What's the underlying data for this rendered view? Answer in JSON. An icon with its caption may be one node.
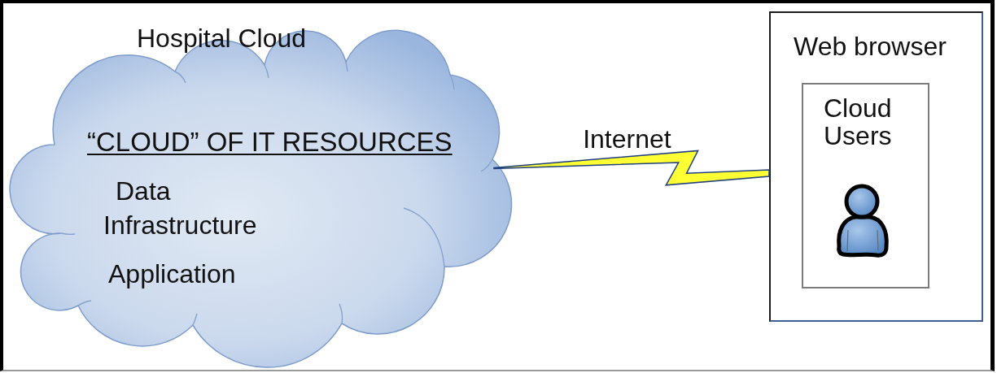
{
  "diagram": {
    "nodes": [
      {
        "text": [
          "Hospital Cloud",
          "“CLOUD” OF IT RESOURCES",
          "Data",
          "Infrastructure",
          "Application"
        ]
      },
      {
        "text": [
          "Web browser"
        ]
      },
      {
        "text": [
          "Cloud Users"
        ],
        "in": 1
      }
    ],
    "edges": [
      {
        "from": 0,
        "to": 1,
        "label": "Internet",
        "arrow": "none"
      }
    ]
  }
}
